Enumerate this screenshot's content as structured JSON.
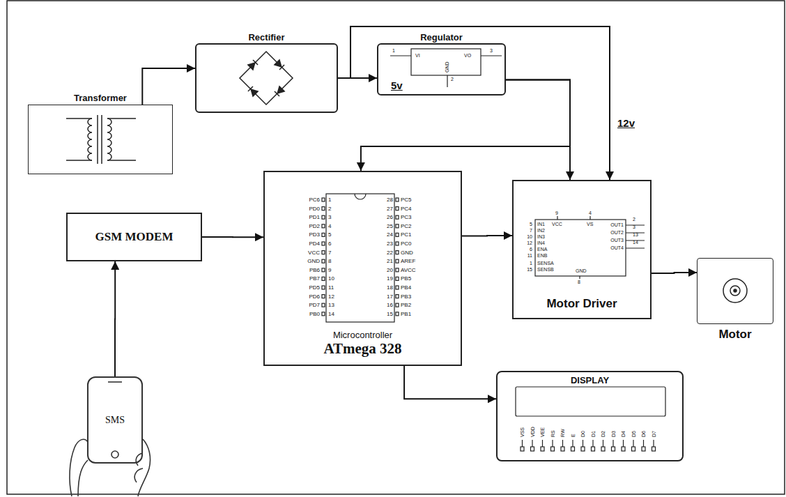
{
  "diagram": {
    "nodes": [
      {
        "text": [
          "Transformer"
        ]
      },
      {
        "text": [
          "Rectifier"
        ]
      },
      {
        "text": [
          "Regulator",
          "5v"
        ]
      },
      {
        "text": [
          "GSM MODEM"
        ]
      },
      {
        "text": [
          "Microcontroller",
          "ATmega 328"
        ]
      },
      {
        "text": [
          "Motor Driver"
        ]
      },
      {
        "text": [
          "Motor"
        ]
      },
      {
        "text": [
          "SMS"
        ]
      },
      {
        "text": [
          "DISPLAY"
        ]
      }
    ],
    "edges": [
      {
        "from": 0,
        "to": 1,
        "arrow": "to"
      },
      {
        "from": 1,
        "to": 2,
        "arrow": "to"
      },
      {
        "from": 1,
        "to": 5,
        "label": "12v",
        "arrow": "to"
      },
      {
        "from": 2,
        "to": 5,
        "arrow": "to"
      },
      {
        "from": 2,
        "to": 4,
        "arrow": "to"
      },
      {
        "from": 7,
        "to": 3,
        "arrow": "to"
      },
      {
        "from": 3,
        "to": 4,
        "arrow": "to"
      },
      {
        "from": 4,
        "to": 5,
        "arrow": "to"
      },
      {
        "from": 4,
        "to": 8,
        "arrow": "to"
      },
      {
        "from": 5,
        "to": 6,
        "arrow": "to"
      }
    ],
    "labels": [
      "1",
      "VI",
      "VO",
      "3",
      "GND",
      "2",
      "PC6",
      "1",
      "28",
      "PC5",
      "PD0",
      "2",
      "27",
      "PC4",
      "PD1",
      "3",
      "26",
      "PC3",
      "PD2",
      "4",
      "25",
      "PC2",
      "PD3",
      "5",
      "24",
      "PC1",
      "PD4",
      "6",
      "23",
      "PC0",
      "VCC",
      "7",
      "22",
      "GND",
      "GND",
      "8",
      "21",
      "AREF",
      "PB6",
      "9",
      "20",
      "AVCC",
      "PB7",
      "10",
      "19",
      "PB5",
      "PD5",
      "11",
      "18",
      "PB4",
      "PD6",
      "12",
      "17",
      "PB3",
      "PD7",
      "13",
      "16",
      "PB2",
      "PB0",
      "14",
      "15",
      "PB1",
      "IN1",
      "5",
      "IN2",
      "7",
      "IN3",
      "10",
      "IN4",
      "12",
      "ENA",
      "6",
      "ENB",
      "11",
      "SENSA",
      "1",
      "SENSB",
      "15",
      "VCC",
      "9",
      "VS",
      "4",
      "GND",
      "8",
      "OUT1",
      "2",
      "OUT2",
      "3",
      "OUT3",
      "13",
      "OUT4",
      "14",
      "VSS",
      "VDD",
      "VEE",
      "RS",
      "RW",
      "E",
      "D0",
      "D1",
      "D2",
      "D3",
      "D4",
      "D5",
      "D6",
      "D7"
    ]
  }
}
